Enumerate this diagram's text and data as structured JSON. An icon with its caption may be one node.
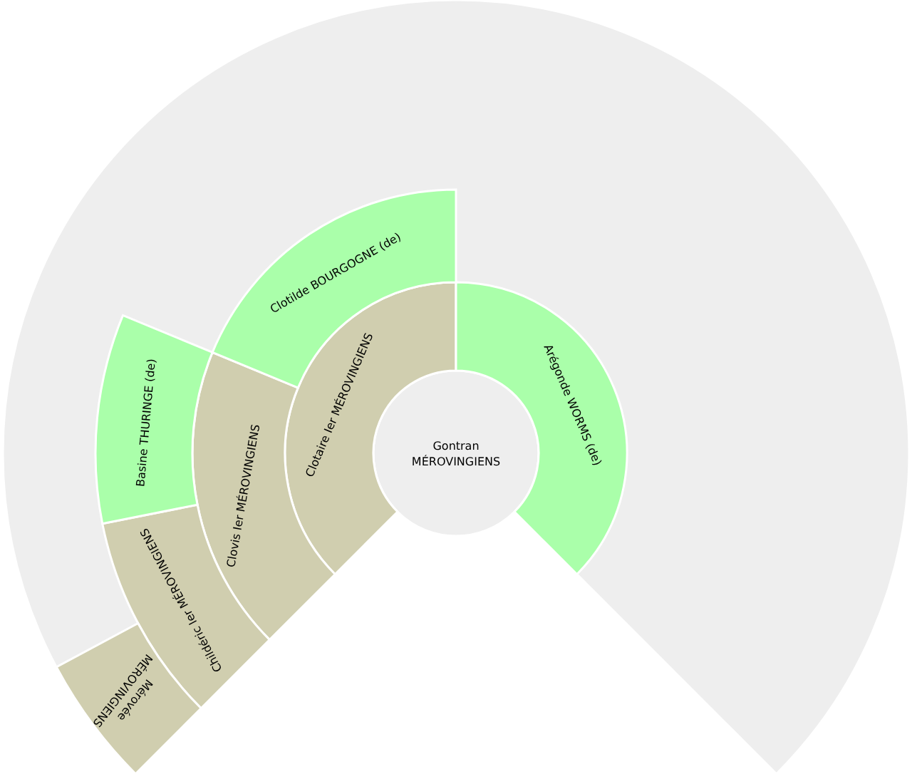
{
  "diagram": {
    "nodes": [
      {
        "text": [
          "Gontran MÉROVINGIENS"
        ]
      },
      {
        "text": [
          "Clotaire Ier MÉROVINGIENS"
        ]
      },
      {
        "text": [
          "Arégonde WORMS (de)"
        ]
      },
      {
        "text": [
          "Clovis Ier MÉROVINGIENS"
        ]
      },
      {
        "text": [
          "Clotilde BOURGOGNE (de)"
        ]
      },
      {
        "text": [
          "Childéric Ier MÉROVINGIENS"
        ]
      },
      {
        "text": [
          "Basine THURINGE (de)"
        ]
      },
      {
        "text": [
          "Mérovée MÉROVINGIENS"
        ]
      }
    ]
  }
}
